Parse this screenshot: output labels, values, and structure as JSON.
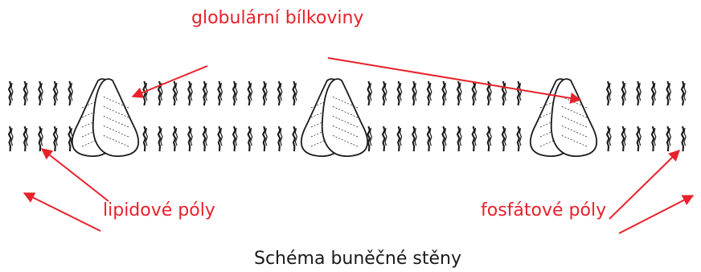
{
  "labels": {
    "proteins": "globulární bílkoviny",
    "lipids": "lipidové póly",
    "phosphates": "fosfátové póly",
    "caption": "Schéma buněčné stěny"
  },
  "colors": {
    "annotation": "#e8212b",
    "line_art": "#1a1a1a",
    "background": "#ffffff"
  }
}
